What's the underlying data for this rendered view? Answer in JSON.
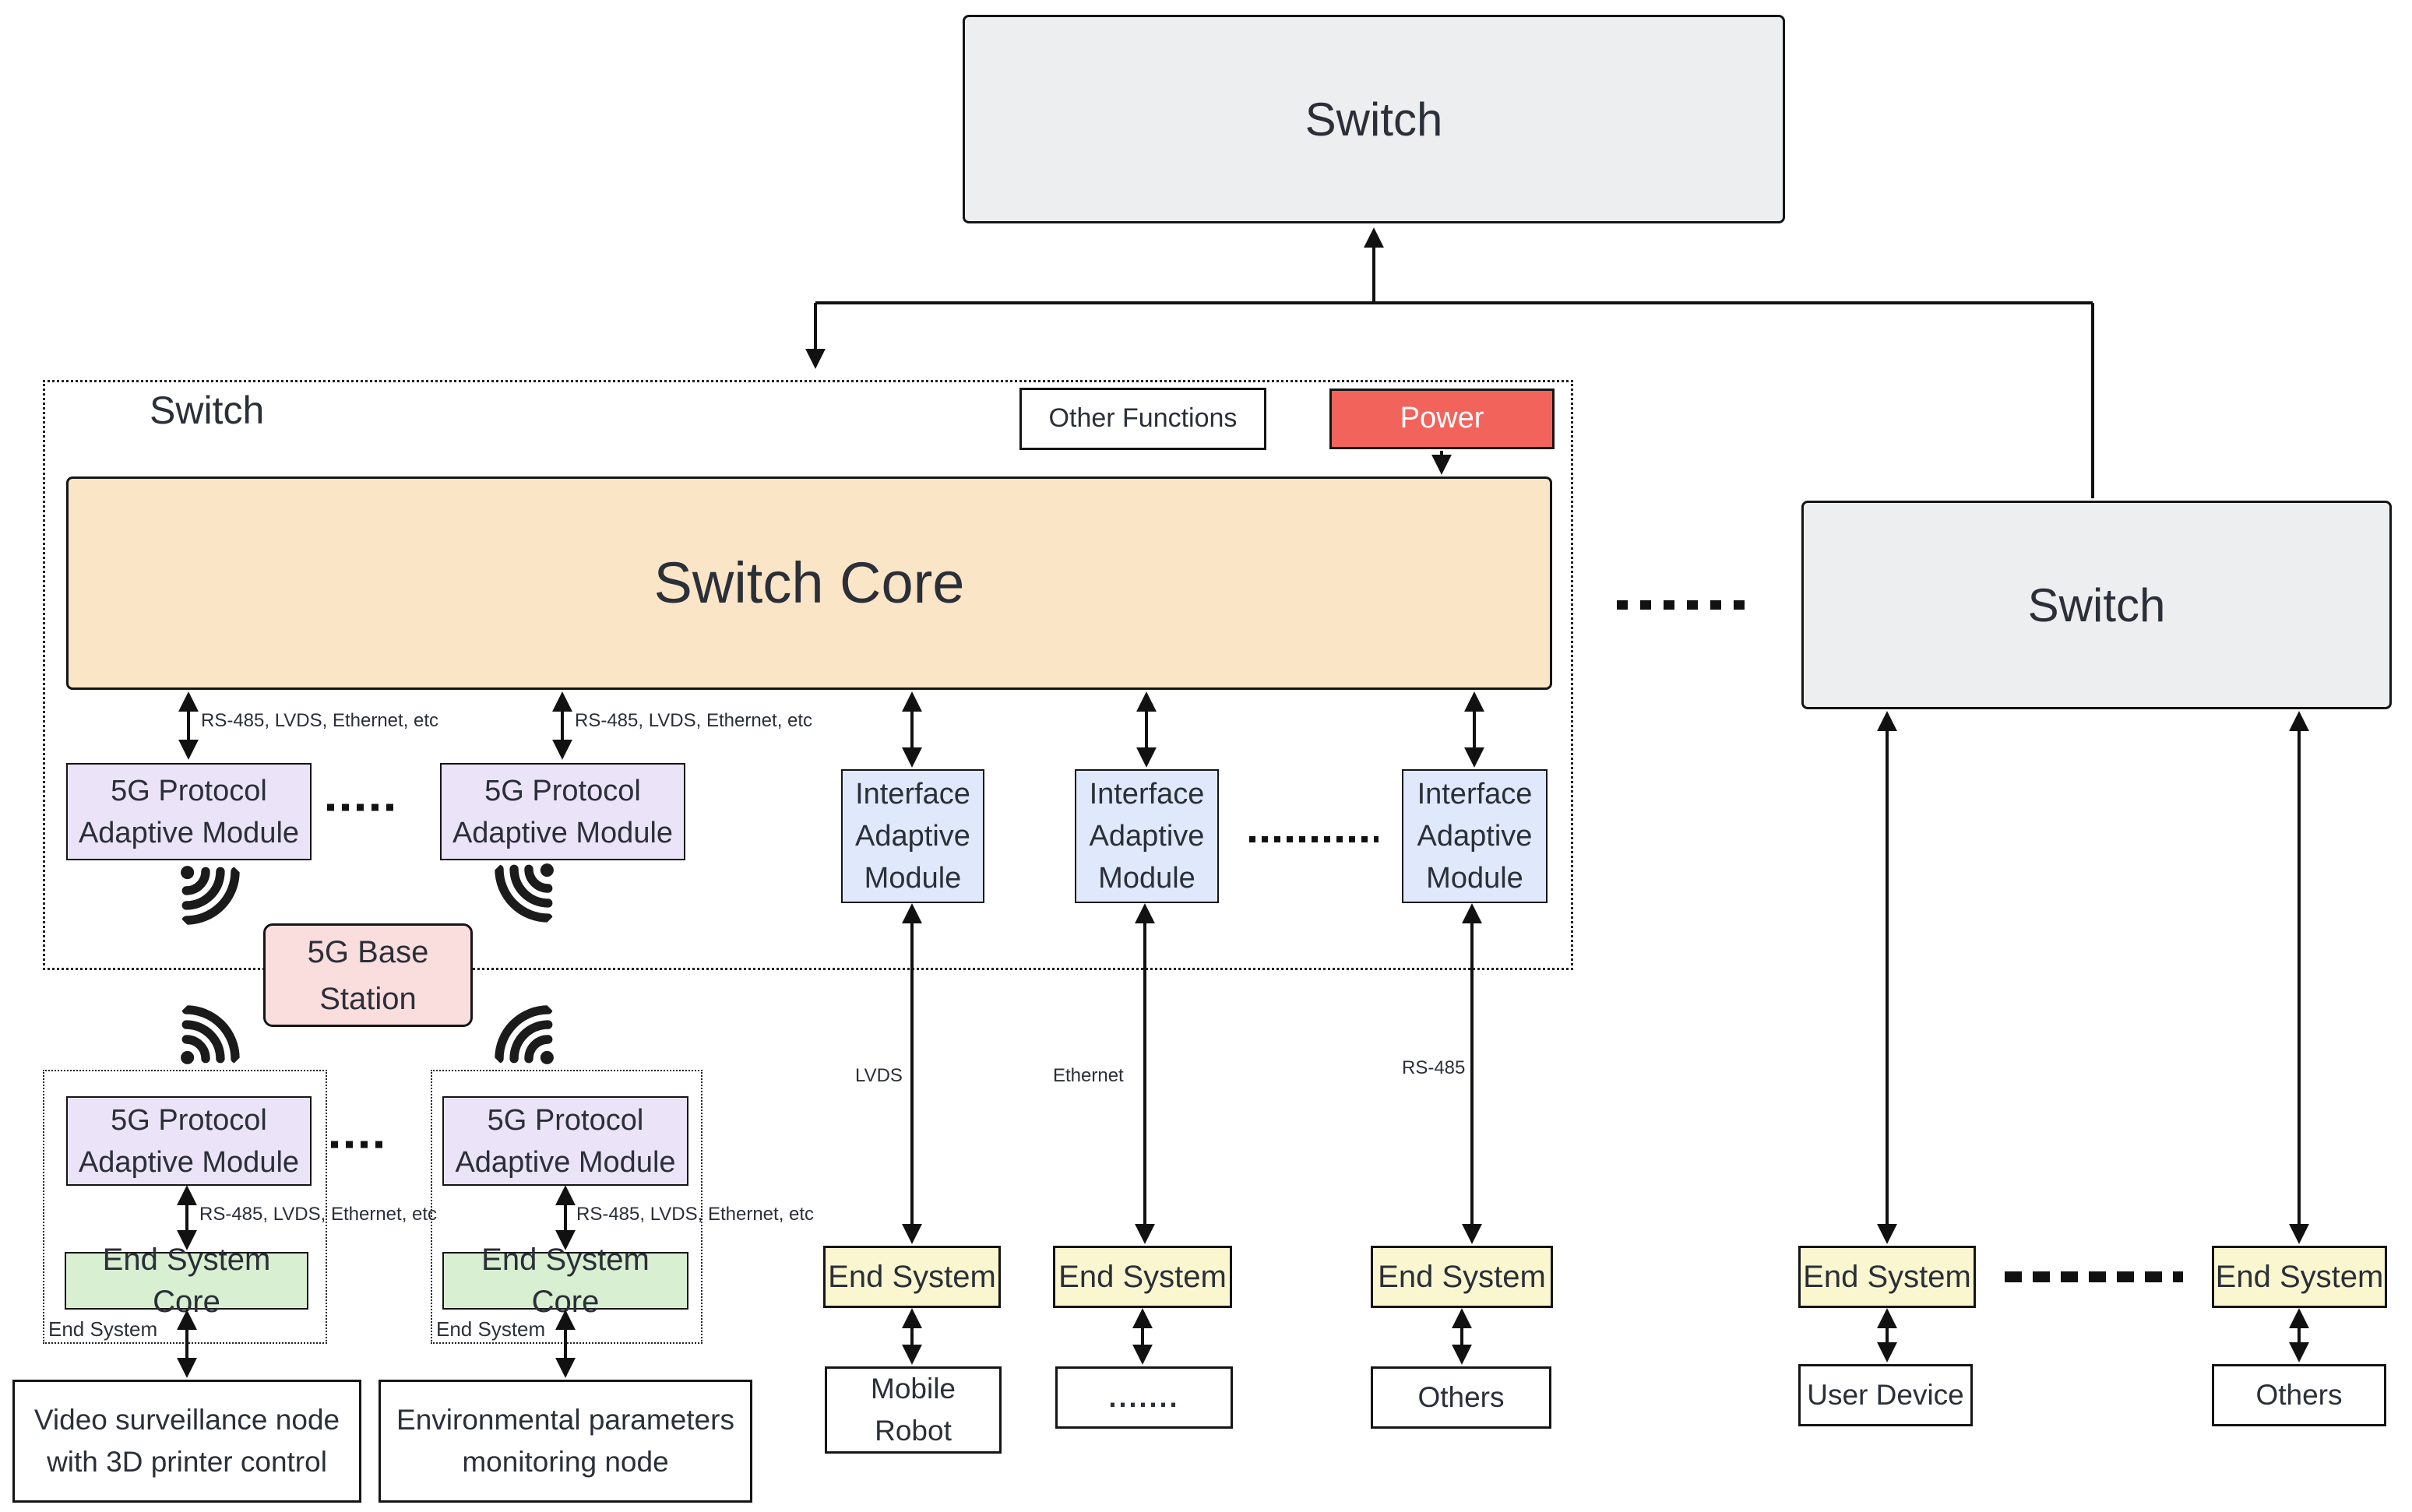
{
  "switches": {
    "top": "Switch",
    "right": "Switch",
    "container": "Switch"
  },
  "container": {
    "other_functions": "Other Functions",
    "power": "Power",
    "core": "Switch Core",
    "core_link_label": "RS-485, LVDS, Ethernet, etc"
  },
  "modules": {
    "pam_line1": "5G Protocol",
    "pam_line2": "Adaptive Module",
    "iam_line1": "Interface",
    "iam_line2": "Adaptive",
    "iam_line3": "Module"
  },
  "base_station": {
    "line1": "5G Base",
    "line2": "Station"
  },
  "end_system_group": {
    "core_label": "End System Core",
    "group_tag": "End System",
    "link_label": "RS-485, LVDS, Ethernet, etc"
  },
  "link_types": {
    "lvds": "LVDS",
    "ethernet": "Ethernet",
    "rs485": "RS-485"
  },
  "end_system_label": "End System",
  "nodes": {
    "video_line1": "Video surveillance node",
    "video_line2": "with 3D printer control",
    "env_line1": "Environmental parameters",
    "env_line2": "monitoring node",
    "mobile_line1": "Mobile",
    "mobile_line2": "Robot",
    "ellipsis": ".......",
    "others": "Others",
    "user_device": "User Device"
  },
  "icons": {
    "wifi": "wifi-signal-icon"
  },
  "colors": {
    "power_fill": "#f2635c",
    "switch_fill": "#eceef0",
    "core_fill": "#fbe5c7",
    "pam_fill": "#ebe3f8",
    "iam_fill": "#dfe9fb",
    "station_fill": "#fadddd",
    "end_system_core_fill": "#d9efd2",
    "end_system_fill": "#faf7d0"
  }
}
